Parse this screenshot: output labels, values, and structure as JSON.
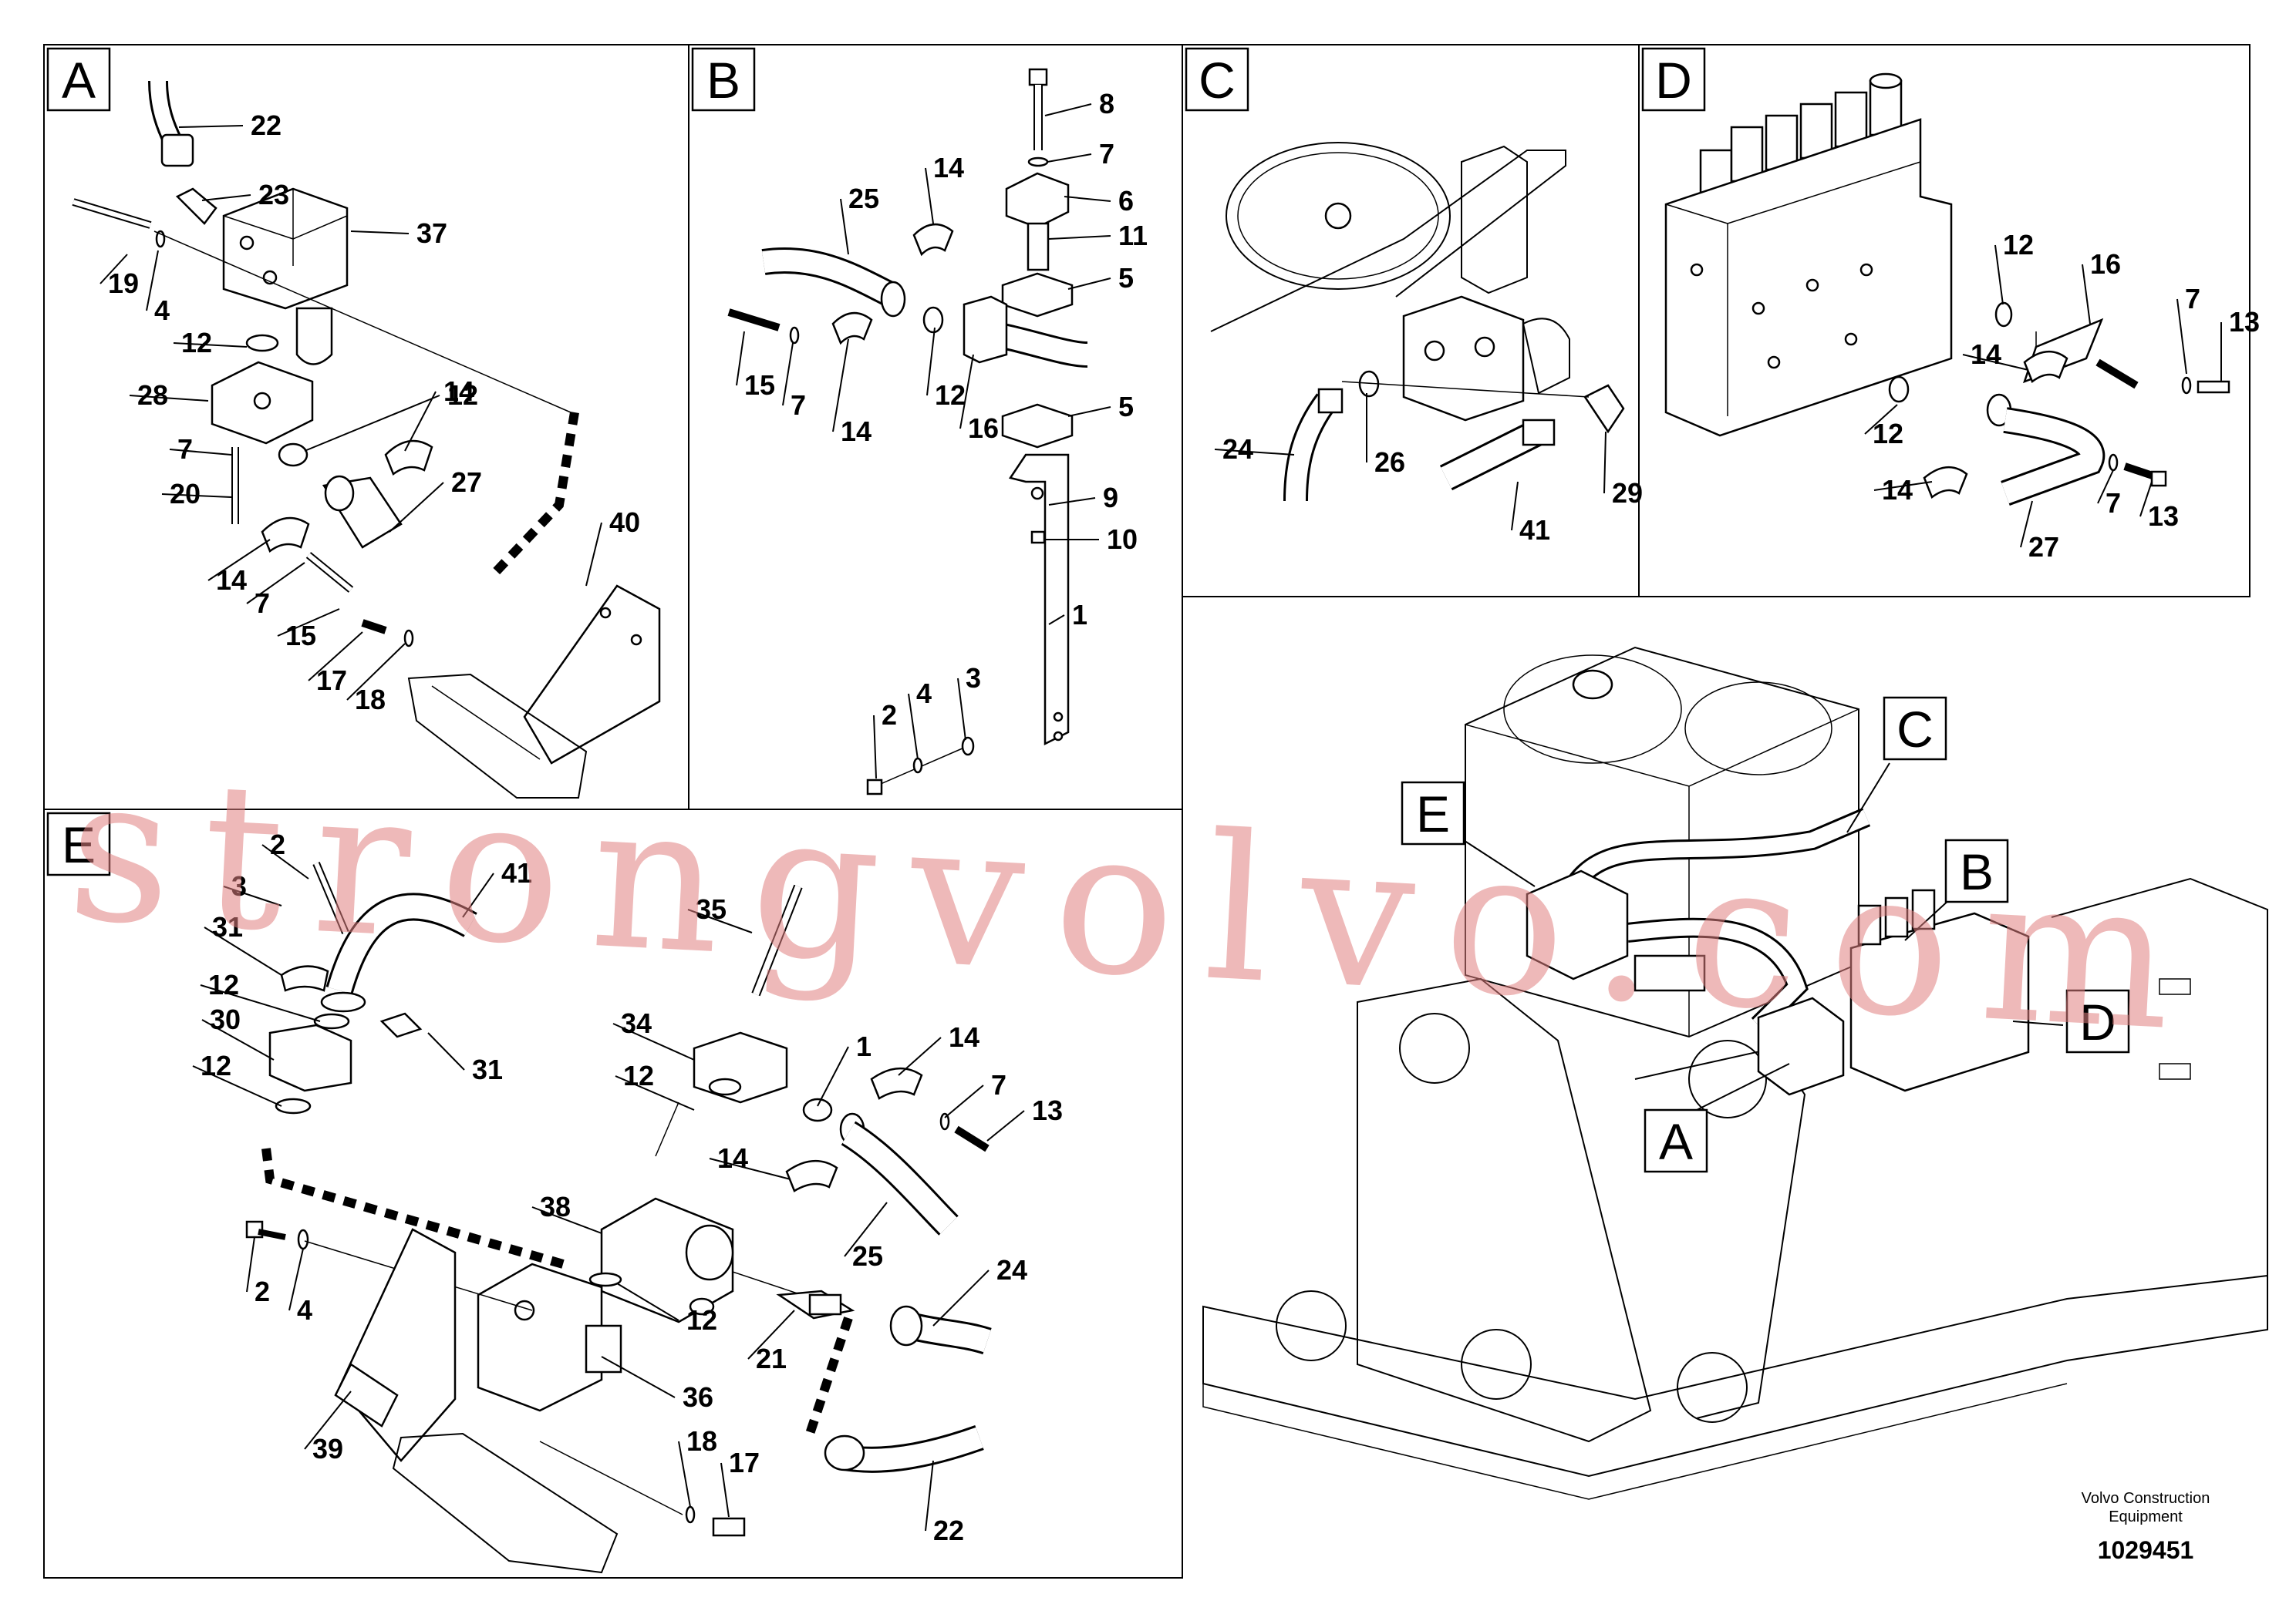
{
  "panels": {
    "A": {
      "label": "A",
      "callouts": [
        "22",
        "23",
        "37",
        "19",
        "4",
        "12",
        "28",
        "12",
        "14",
        "7",
        "27",
        "20",
        "14",
        "7",
        "15",
        "17",
        "18",
        "40"
      ]
    },
    "B": {
      "label": "B",
      "callouts": [
        "8",
        "7",
        "14",
        "25",
        "6",
        "11",
        "5",
        "15",
        "7",
        "14",
        "12",
        "16",
        "5",
        "9",
        "10",
        "1",
        "3",
        "2",
        "4"
      ]
    },
    "C": {
      "label": "C",
      "callouts": [
        "24",
        "26",
        "41",
        "29"
      ]
    },
    "D": {
      "label": "D",
      "callouts": [
        "12",
        "16",
        "7",
        "13",
        "14",
        "12",
        "14",
        "27",
        "7",
        "13"
      ]
    },
    "E": {
      "label": "E",
      "callouts": [
        "2",
        "3",
        "31",
        "41",
        "35",
        "12",
        "30",
        "31",
        "12",
        "34",
        "1",
        "14",
        "12",
        "7",
        "13",
        "14",
        "38",
        "25",
        "2",
        "4",
        "12",
        "24",
        "21",
        "36",
        "39",
        "18",
        "17",
        "22"
      ]
    }
  },
  "overview": {
    "callouts": [
      "E",
      "C",
      "B",
      "D",
      "A"
    ]
  },
  "footer": {
    "brand_line1": "Volvo Construction",
    "brand_line2": "Equipment",
    "doc_number": "1029451"
  },
  "watermark": "strongvolvo.com"
}
